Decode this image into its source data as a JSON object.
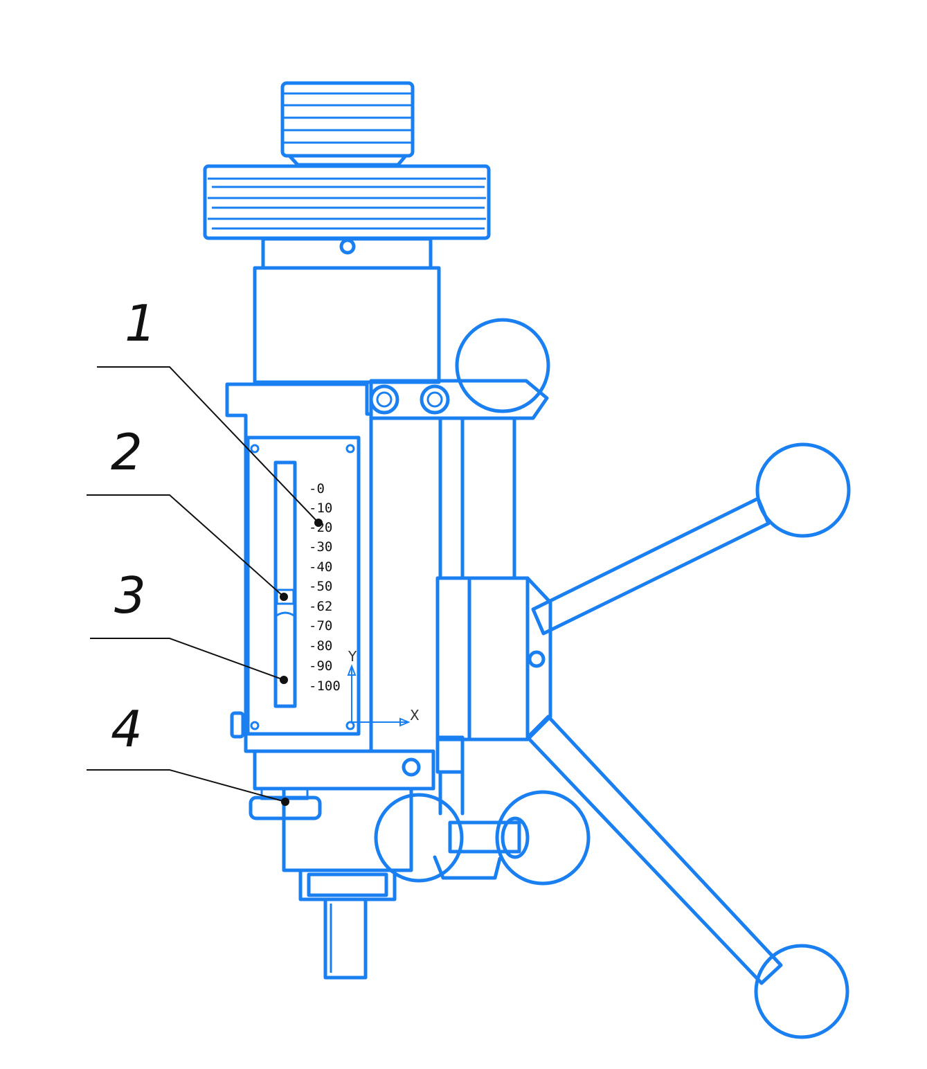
{
  "callouts": [
    {
      "label": "1"
    },
    {
      "label": "2"
    },
    {
      "label": "3"
    },
    {
      "label": "4"
    }
  ],
  "scale": {
    "ticks": [
      "-0",
      "-10",
      "-20",
      "-30",
      "-40",
      "-50",
      "-62",
      "-70",
      "-80",
      "-90",
      "-100"
    ]
  },
  "axes": {
    "y_label": "Y",
    "x_label": "X"
  },
  "colors": {
    "line": "#1a7ff0",
    "annotation": "#111111"
  }
}
